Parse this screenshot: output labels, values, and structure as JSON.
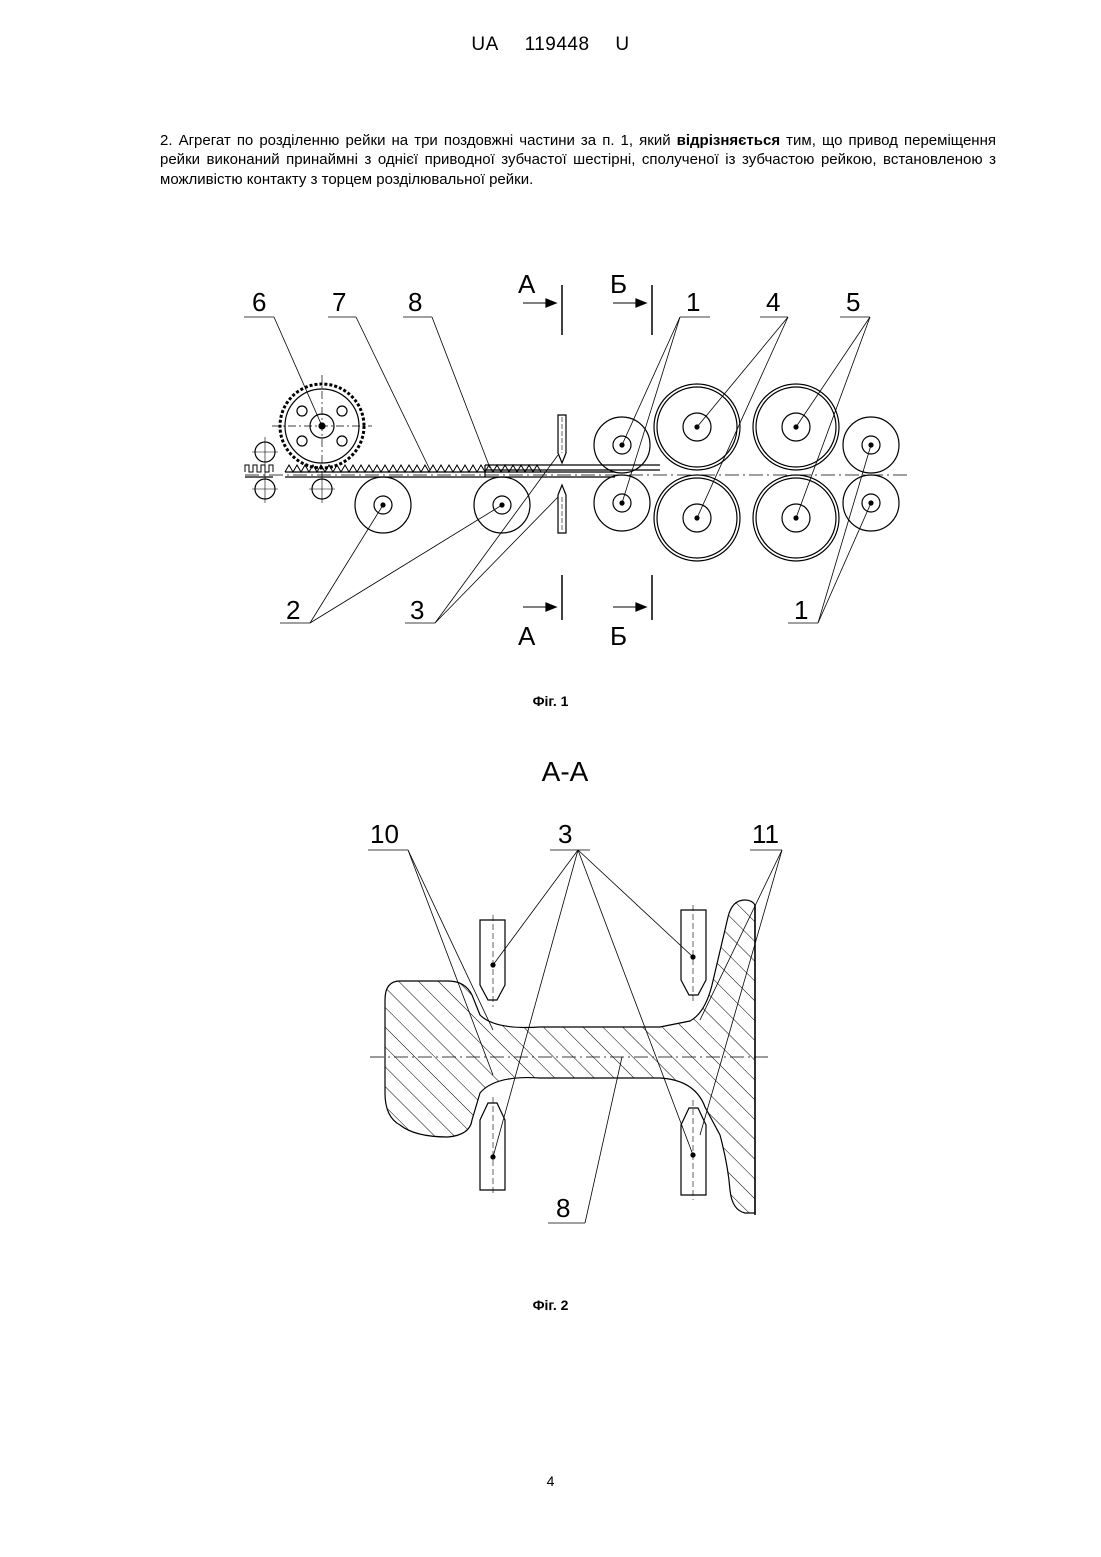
{
  "header": {
    "country": "UA",
    "number": "119448",
    "kind": "U"
  },
  "claim": {
    "p1": "2. Агрегат по розділенню рейки на три поздовжні частини за п. 1, який ",
    "bold": "відрізняється",
    "p2": " тим, що привод переміщення рейки виконаний принаймні з однієї приводної зубчастої шестірні, сполученої із зубчастою рейкою, встановленою з можливістю контакту з торцем розділювальної рейки."
  },
  "figure1": {
    "caption": "Фіг. 1",
    "labels": {
      "n6": "6",
      "n7": "7",
      "n8": "8",
      "n1_top": "1",
      "n4": "4",
      "n5": "5",
      "n2": "2",
      "n3": "3",
      "n1_bottom": "1"
    },
    "sections": {
      "a_top": "А",
      "b_top": "Б",
      "a_bottom": "А",
      "b_bottom": "Б"
    }
  },
  "figure2": {
    "title": "А-А",
    "caption": "Фіг. 2",
    "labels": {
      "n10": "10",
      "n3": "3",
      "n11": "11",
      "n8": "8"
    }
  },
  "page": {
    "number": "4"
  }
}
